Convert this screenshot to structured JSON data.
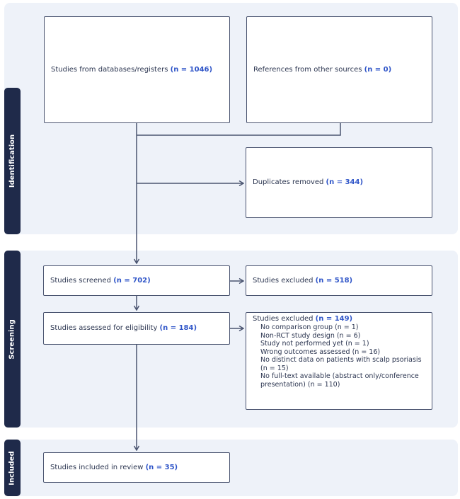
{
  "phases": {
    "identification": "Identification",
    "screening": "Screening",
    "included": "Included"
  },
  "boxes": {
    "databases": {
      "label": "Studies from databases/registers",
      "count": "(n = 1046)"
    },
    "other_sources": {
      "label": "References from other sources",
      "count": "(n = 0)"
    },
    "duplicates": {
      "label": "Duplicates removed",
      "count": "(n = 344)"
    },
    "screened": {
      "label": "Studies screened",
      "count": "(n = 702)"
    },
    "excluded_screening": {
      "label": "Studies excluded",
      "count": "(n = 518)"
    },
    "eligibility": {
      "label": "Studies assessed for eligibility",
      "count": "(n = 184)"
    },
    "excluded_eligibility": {
      "label": "Studies excluded",
      "count": "(n = 149)",
      "reasons": [
        "No comparison group (n = 1)",
        "Non-RCT study design (n = 6)",
        "Study not performed yet (n = 1)",
        "Wrong outcomes assessed (n = 16)",
        "No distinct data on patients with scalp psoriasis",
        "(n = 15)",
        "No full-text available (abstract only/conference",
        "presentation) (n = 110)"
      ]
    },
    "included": {
      "label": "Studies included in review",
      "count": "(n = 35)"
    }
  }
}
